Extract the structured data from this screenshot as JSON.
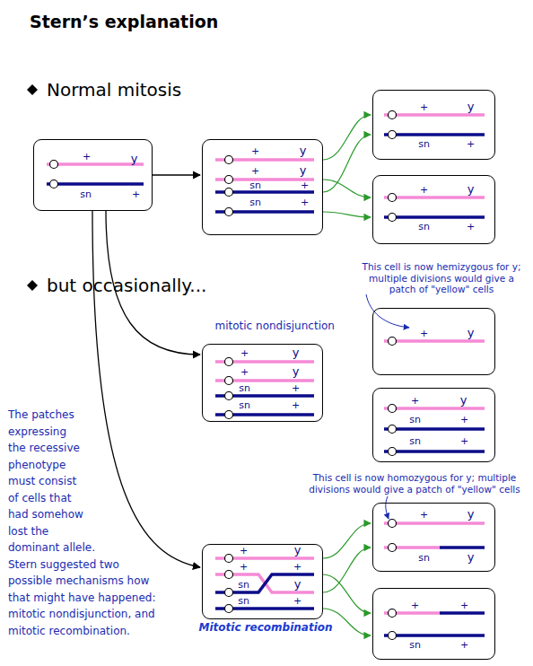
{
  "diagram": {
    "title": "Stern’s explanation",
    "nodes": [
      {
        "text": [
          "+",
          "y",
          "sn",
          "+"
        ]
      },
      {
        "text": [
          "+",
          "y",
          "+",
          "y",
          "sn",
          "+",
          "sn",
          "+"
        ]
      },
      {
        "text": [
          "+",
          "y",
          "sn",
          "+"
        ]
      },
      {
        "text": [
          "+",
          "y",
          "sn",
          "+"
        ]
      },
      {
        "text": [
          "mitotic nondisjunction",
          "+",
          "y",
          "+",
          "y",
          "sn",
          "+",
          "sn",
          "+"
        ]
      },
      {
        "text": [
          "+",
          "y"
        ]
      },
      {
        "text": [
          "+",
          "y",
          "sn",
          "+",
          "sn",
          "+"
        ]
      },
      {
        "text": [
          "+",
          "y",
          "+",
          "+",
          "sn",
          "y",
          "sn",
          "+",
          "Mitotic recombination"
        ]
      },
      {
        "text": [
          "+",
          "y",
          "sn",
          "y"
        ]
      },
      {
        "text": [
          "+",
          "+",
          "sn",
          "+"
        ]
      }
    ],
    "edges": [
      {
        "from": 0,
        "to": 1,
        "arrow": "to"
      },
      {
        "from": 1,
        "to": 2,
        "arrow": "to"
      },
      {
        "from": 1,
        "to": 2,
        "arrow": "to"
      },
      {
        "from": 1,
        "to": 3,
        "arrow": "to"
      },
      {
        "from": 1,
        "to": 3,
        "arrow": "to"
      },
      {
        "from": 0,
        "to": 4,
        "arrow": "to"
      },
      {
        "from": 0,
        "to": 7,
        "arrow": "to"
      },
      {
        "from": 7,
        "to": 8,
        "arrow": "to"
      },
      {
        "from": 7,
        "to": 8,
        "arrow": "to"
      },
      {
        "from": 7,
        "to": 9,
        "arrow": "to"
      },
      {
        "from": 7,
        "to": 9,
        "arrow": "to"
      }
    ],
    "labels": [
      "Normal mitosis",
      "but occasionally...",
      "This cell is now hemizygous for y; multiple divisions would give a patch of \"yellow\" cells",
      "This cell is now homozygous for y; multiple divisions would give a patch of \"yellow\" cells",
      "The patches expressing the recessive phenotype must consist of cells that had somehow lost the dominant allele. Stern suggested two possible mechanisms how that might have happened: mitotic nondisjunction, and mitotic recombination."
    ]
  }
}
